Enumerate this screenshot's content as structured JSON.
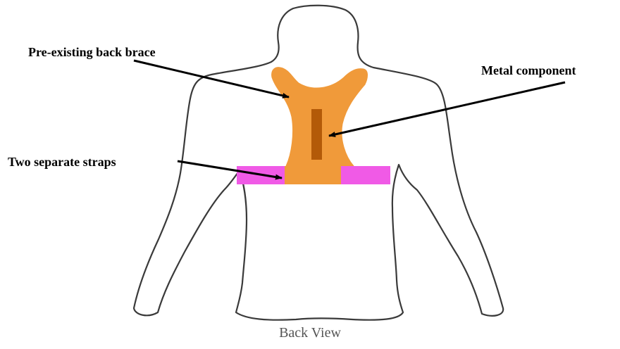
{
  "labels": {
    "back_brace": "Pre-existing back brace",
    "metal_component": "Metal component",
    "straps": "Two separate straps"
  },
  "caption": "Back View",
  "colors": {
    "body_outline": "#3a3a3a",
    "brace": "#f09a3a",
    "metal_component": "#b35a08",
    "straps": "#f05ae6",
    "arrows": "#000000",
    "caption_text": "#555555"
  },
  "icons": {
    "arrowhead": "arrowhead-icon"
  }
}
